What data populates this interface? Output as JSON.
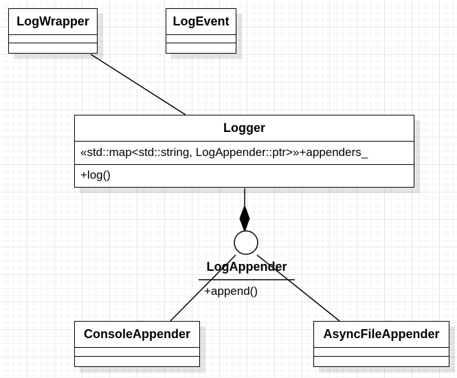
{
  "diagram": {
    "classes": {
      "log_wrapper": {
        "name": "LogWrapper"
      },
      "log_event": {
        "name": "LogEvent"
      },
      "logger": {
        "name": "Logger",
        "attribute": "«std::map<std::string, LogAppender::ptr>»+appenders_",
        "operation": "+log()"
      },
      "console_appender": {
        "name": "ConsoleAppender"
      },
      "async_file_appender": {
        "name": "AsyncFileAppender"
      }
    },
    "interface": {
      "name": "LogAppender",
      "operation": "+append()"
    },
    "relations": [
      {
        "from": "LogWrapper",
        "to": "Logger",
        "kind": "association"
      },
      {
        "from": "Logger",
        "to": "LogAppender",
        "kind": "composition"
      },
      {
        "from": "ConsoleAppender",
        "to": "LogAppender",
        "kind": "realization"
      },
      {
        "from": "AsyncFileAppender",
        "to": "LogAppender",
        "kind": "realization"
      }
    ]
  }
}
